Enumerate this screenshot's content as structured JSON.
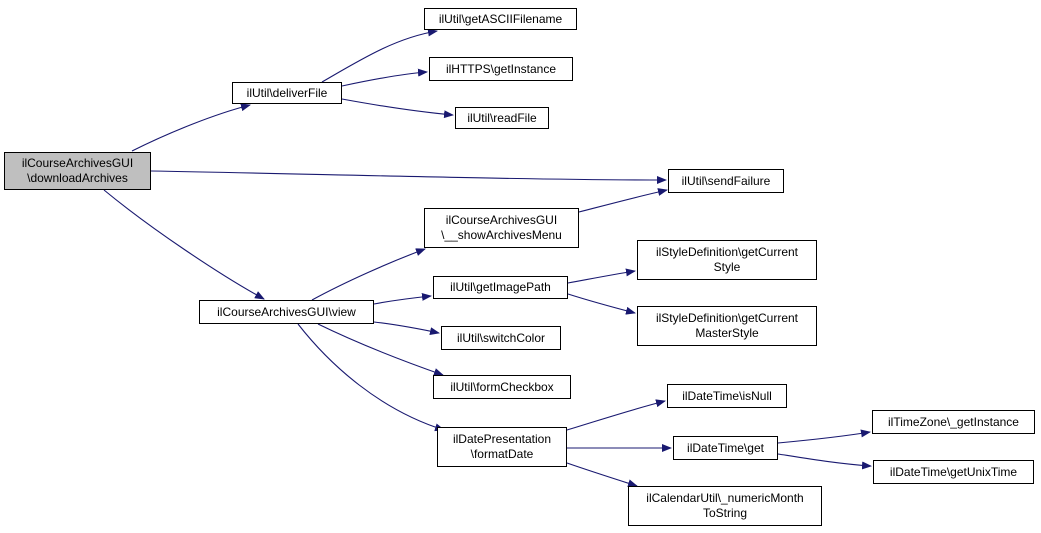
{
  "diagram": {
    "type": "call-graph",
    "edge_color": "#191970",
    "root_fill": "#bfbfbf",
    "nodes": [
      {
        "id": "root",
        "label": "ilCourseArchivesGUI\n\\downloadArchives",
        "root": true
      },
      {
        "id": "deliverFile",
        "label": "ilUtil\\deliverFile"
      },
      {
        "id": "getASCII",
        "label": "ilUtil\\getASCIIFilename"
      },
      {
        "id": "httpsInst",
        "label": "ilHTTPS\\getInstance"
      },
      {
        "id": "readFile",
        "label": "ilUtil\\readFile"
      },
      {
        "id": "sendFailure",
        "label": "ilUtil\\sendFailure"
      },
      {
        "id": "view",
        "label": "ilCourseArchivesGUI\\view"
      },
      {
        "id": "showMenu",
        "label": "ilCourseArchivesGUI\n\\__showArchivesMenu"
      },
      {
        "id": "imagePath",
        "label": "ilUtil\\getImagePath"
      },
      {
        "id": "styleCur",
        "label": "ilStyleDefinition\\getCurrent\nStyle"
      },
      {
        "id": "styleMaster",
        "label": "ilStyleDefinition\\getCurrent\nMasterStyle"
      },
      {
        "id": "switchColor",
        "label": "ilUtil\\switchColor"
      },
      {
        "id": "formCheckbox",
        "label": "ilUtil\\formCheckbox"
      },
      {
        "id": "formatDate",
        "label": "ilDatePresentation\n\\formatDate"
      },
      {
        "id": "isNull",
        "label": "ilDateTime\\isNull"
      },
      {
        "id": "dtGet",
        "label": "ilDateTime\\get"
      },
      {
        "id": "numMonth",
        "label": "ilCalendarUtil\\_numericMonth\nToString"
      },
      {
        "id": "tzInst",
        "label": "ilTimeZone\\_getInstance"
      },
      {
        "id": "unixTime",
        "label": "ilDateTime\\getUnixTime"
      }
    ],
    "edges": [
      {
        "from": "root",
        "to": "deliverFile"
      },
      {
        "from": "root",
        "to": "sendFailure"
      },
      {
        "from": "root",
        "to": "view"
      },
      {
        "from": "deliverFile",
        "to": "getASCII"
      },
      {
        "from": "deliverFile",
        "to": "httpsInst"
      },
      {
        "from": "deliverFile",
        "to": "readFile"
      },
      {
        "from": "showMenu",
        "to": "sendFailure"
      },
      {
        "from": "view",
        "to": "showMenu"
      },
      {
        "from": "view",
        "to": "imagePath"
      },
      {
        "from": "view",
        "to": "switchColor"
      },
      {
        "from": "view",
        "to": "formCheckbox"
      },
      {
        "from": "view",
        "to": "formatDate"
      },
      {
        "from": "imagePath",
        "to": "styleCur"
      },
      {
        "from": "imagePath",
        "to": "styleMaster"
      },
      {
        "from": "formatDate",
        "to": "isNull"
      },
      {
        "from": "formatDate",
        "to": "dtGet"
      },
      {
        "from": "formatDate",
        "to": "numMonth"
      },
      {
        "from": "dtGet",
        "to": "tzInst"
      },
      {
        "from": "dtGet",
        "to": "unixTime"
      }
    ]
  }
}
